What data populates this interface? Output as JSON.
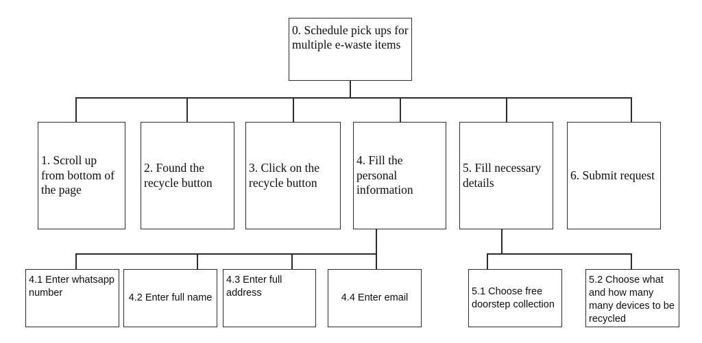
{
  "diagram": {
    "title_node": {
      "id": "0",
      "text": "0. Schedule pick ups for multiple e-waste items"
    },
    "level1": [
      {
        "id": "1",
        "text": "1. Scroll up from bottom of the page"
      },
      {
        "id": "2",
        "text": "2. Found the recycle button"
      },
      {
        "id": "3",
        "text": "3. Click on the recycle button"
      },
      {
        "id": "4",
        "text": "4. Fill the personal information"
      },
      {
        "id": "5",
        "text": "5. Fill necessary details"
      },
      {
        "id": "6",
        "text": "6. Submit request"
      }
    ],
    "level2_group_4": [
      {
        "id": "4.1",
        "text": "4.1 Enter whatsapp number"
      },
      {
        "id": "4.2",
        "text": "4.2 Enter full name"
      },
      {
        "id": "4.3",
        "text": "4.3 Enter full address"
      },
      {
        "id": "4.4",
        "text": "4.4 Enter email"
      }
    ],
    "level2_group_5": [
      {
        "id": "5.1",
        "text": "5.1 Choose free doorstep collection"
      },
      {
        "id": "5.2",
        "text": "5.2 Choose what and how many many devices to be recycled"
      }
    ],
    "colors": {
      "background": "#ffffff",
      "box_border": "#2b2b2b",
      "connector": "#2b2b2b",
      "text": "#0d0d0d"
    }
  }
}
